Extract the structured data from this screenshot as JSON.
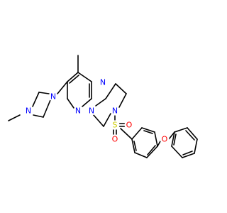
{
  "diagram": {
    "atom_colors": {
      "N": "#0000ff",
      "O": "#ff0000",
      "S": "#cccc00"
    },
    "atoms": {
      "n_pip1": {
        "label": "N",
        "element": "N"
      },
      "n_pip2": {
        "label": "N",
        "element": "N"
      },
      "n_pyr1": {
        "label": "N",
        "element": "N"
      },
      "n_pyr2": {
        "label": "N",
        "element": "N"
      },
      "n_pip3": {
        "label": "N",
        "element": "N"
      },
      "n_pip4": {
        "label": "N",
        "element": "N"
      },
      "s_sulf": {
        "label": "S",
        "element": "S"
      },
      "o_sulf1": {
        "label": "O",
        "element": "O"
      },
      "o_sulf2": {
        "label": "O",
        "element": "O"
      },
      "o_ether": {
        "label": "O",
        "element": "O"
      }
    }
  }
}
